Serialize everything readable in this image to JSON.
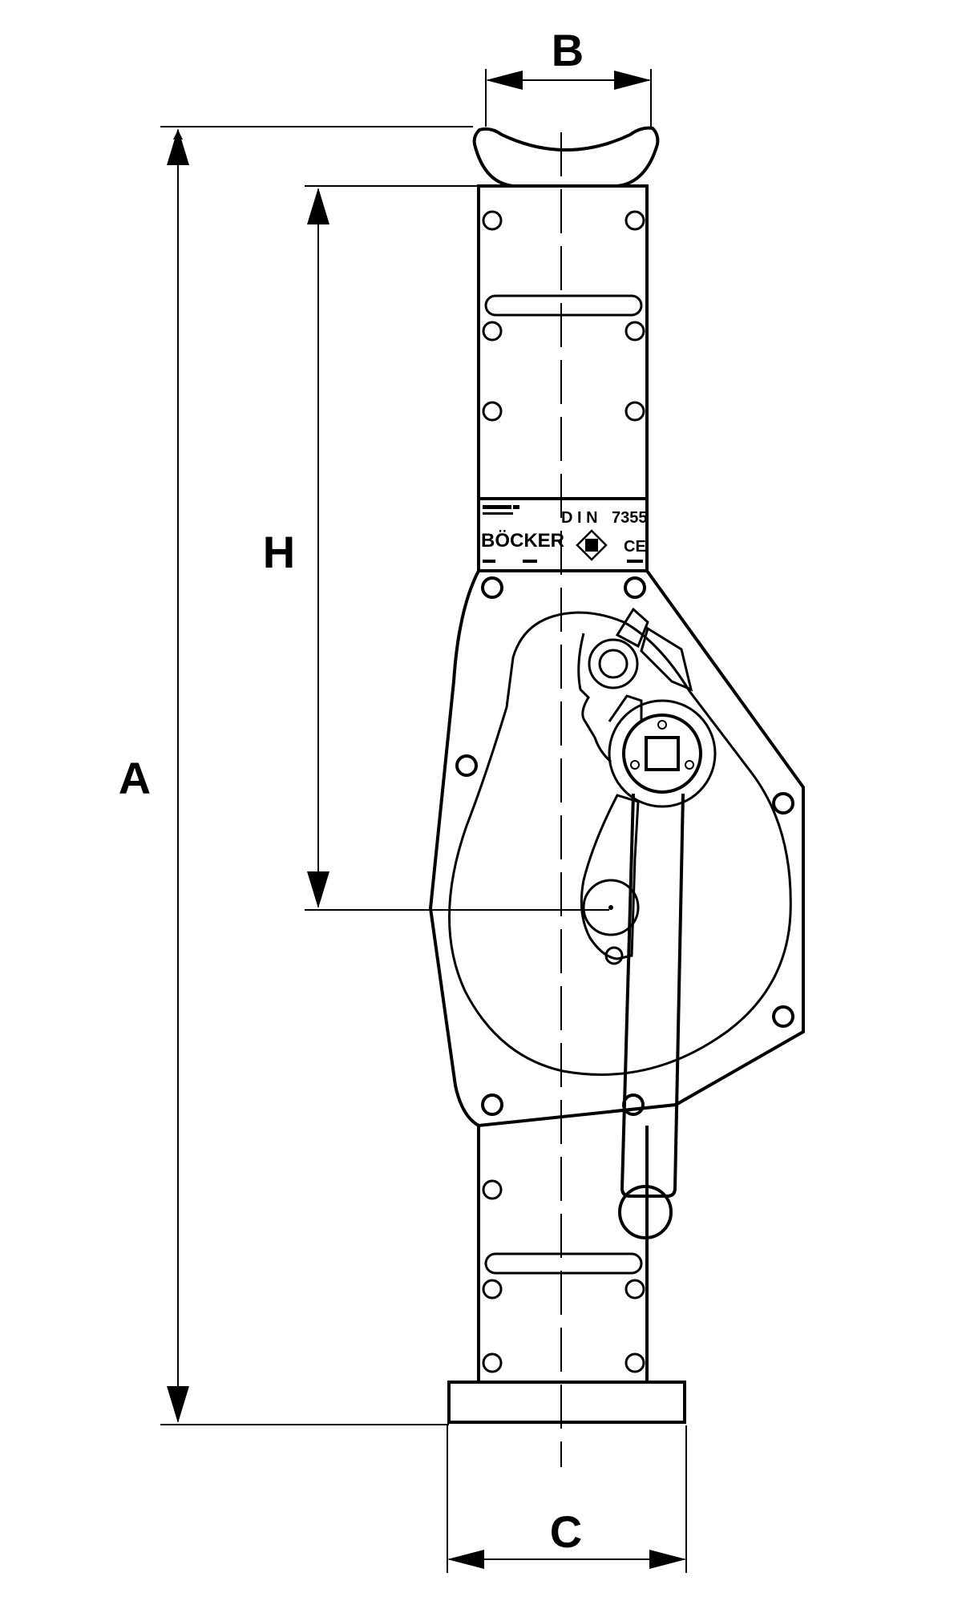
{
  "dimensions": {
    "a": "A",
    "b": "B",
    "c": "C",
    "h": "H"
  },
  "nameplate": {
    "brand": "BÖCKER",
    "standard_din": "D I N",
    "standard_num": "7355",
    "ce_mark": "CE"
  },
  "colors": {
    "line": "#000000",
    "background": "#ffffff"
  }
}
